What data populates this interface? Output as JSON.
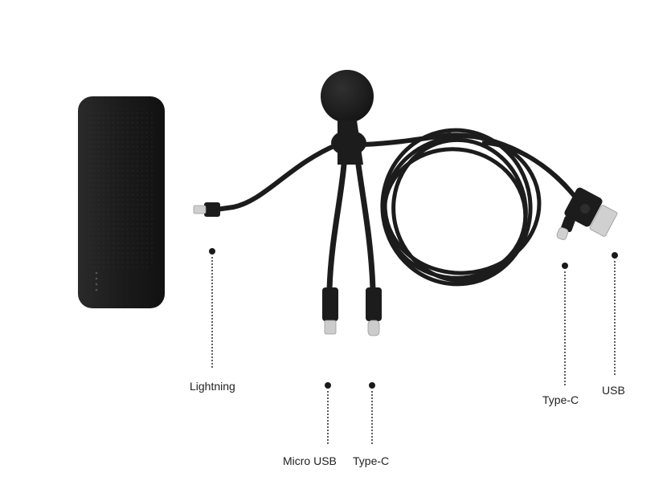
{
  "colors": {
    "background": "#ffffff",
    "product": "#1c1c1c",
    "product_highlight": "#2e2e2e",
    "connector_metal": "#bdbdbd",
    "callout": "#1a1a1a"
  },
  "labels": {
    "lightning": "Lightning",
    "micro_usb": "Micro USB",
    "type_c_bottom": "Type-C",
    "type_c_right": "Type-C",
    "usb": "USB"
  }
}
